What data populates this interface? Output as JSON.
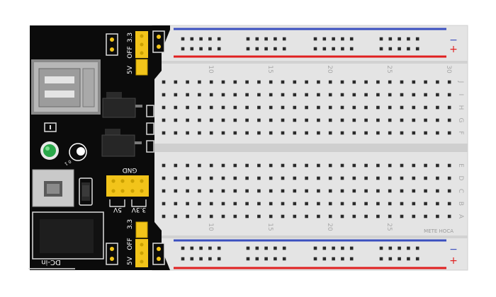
{
  "breadboard": {
    "column_numbers": [
      "10",
      "15",
      "20",
      "25",
      "30"
    ],
    "lower_column_numbers": [
      "10",
      "15",
      "20",
      "25"
    ],
    "row_letters_top": [
      "J",
      "I",
      "H",
      "G",
      "F"
    ],
    "row_letters_bottom": [
      "E",
      "D",
      "C",
      "B",
      "A"
    ],
    "rail_minus": "−",
    "rail_plus": "+",
    "credit": "METE HOCA",
    "colors": {
      "board": "#e4e4e4",
      "hole": "#2a2a2a",
      "rail_blue": "#3a4fbf",
      "rail_red": "#e02020",
      "label": "#a8a8a8"
    }
  },
  "power_module": {
    "top_jumper_labels": {
      "three_three": "3.3",
      "off": "OFF",
      "five_v": "5V"
    },
    "bottom_jumper_labels": {
      "three_three": "3.3",
      "off": "OFF",
      "five_v": "5V"
    },
    "gnd_label": "GND",
    "out_5v_label": "5V",
    "out_33v_label": "3.3V",
    "dc_in_label": "DC-in",
    "pot_scale": "0 1",
    "colors": {
      "pcb": "#0b0b0b",
      "header": "#f2c41a",
      "led": "#2aa84a"
    }
  }
}
